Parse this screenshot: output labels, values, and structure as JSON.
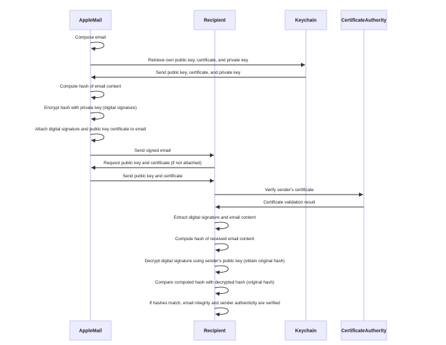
{
  "actors": [
    {
      "id": "applemail",
      "label": "AppleMail"
    },
    {
      "id": "recipient",
      "label": "Recipient"
    },
    {
      "id": "keychain",
      "label": "Keychain"
    },
    {
      "id": "ca",
      "label": "CertificateAuthority"
    }
  ],
  "messages": [
    {
      "from": "applemail",
      "to": "applemail",
      "label": "Compose email"
    },
    {
      "from": "applemail",
      "to": "keychain",
      "label": "Retrieve own public key, certificate, and private key"
    },
    {
      "from": "keychain",
      "to": "applemail",
      "label": "Send public key, certificate, and private key"
    },
    {
      "from": "applemail",
      "to": "applemail",
      "label": "Compute hash of email content"
    },
    {
      "from": "applemail",
      "to": "applemail",
      "label": "Encrypt hash with private key (digital signature)"
    },
    {
      "from": "applemail",
      "to": "applemail",
      "label": "Attach digital signature and public key certificate to email"
    },
    {
      "from": "applemail",
      "to": "recipient",
      "label": "Send signed email"
    },
    {
      "from": "recipient",
      "to": "applemail",
      "label": "Request public key and certificate (if not attached)"
    },
    {
      "from": "applemail",
      "to": "recipient",
      "label": "Send public key and certificate"
    },
    {
      "from": "recipient",
      "to": "ca",
      "label": "Verify sender's certificate"
    },
    {
      "from": "ca",
      "to": "recipient",
      "label": "Certificate validation result"
    },
    {
      "from": "recipient",
      "to": "recipient",
      "label": "Extract digital signature and email content"
    },
    {
      "from": "recipient",
      "to": "recipient",
      "label": "Compute hash of received email content"
    },
    {
      "from": "recipient",
      "to": "recipient",
      "label": "Decrypt digital signature using sender's public key (obtain original hash)"
    },
    {
      "from": "recipient",
      "to": "recipient",
      "label": "Compare computed hash with decrypted hash (original hash)"
    },
    {
      "from": "recipient",
      "to": "recipient",
      "label": "If hashes match, email integrity and sender authenticity are verified"
    }
  ]
}
